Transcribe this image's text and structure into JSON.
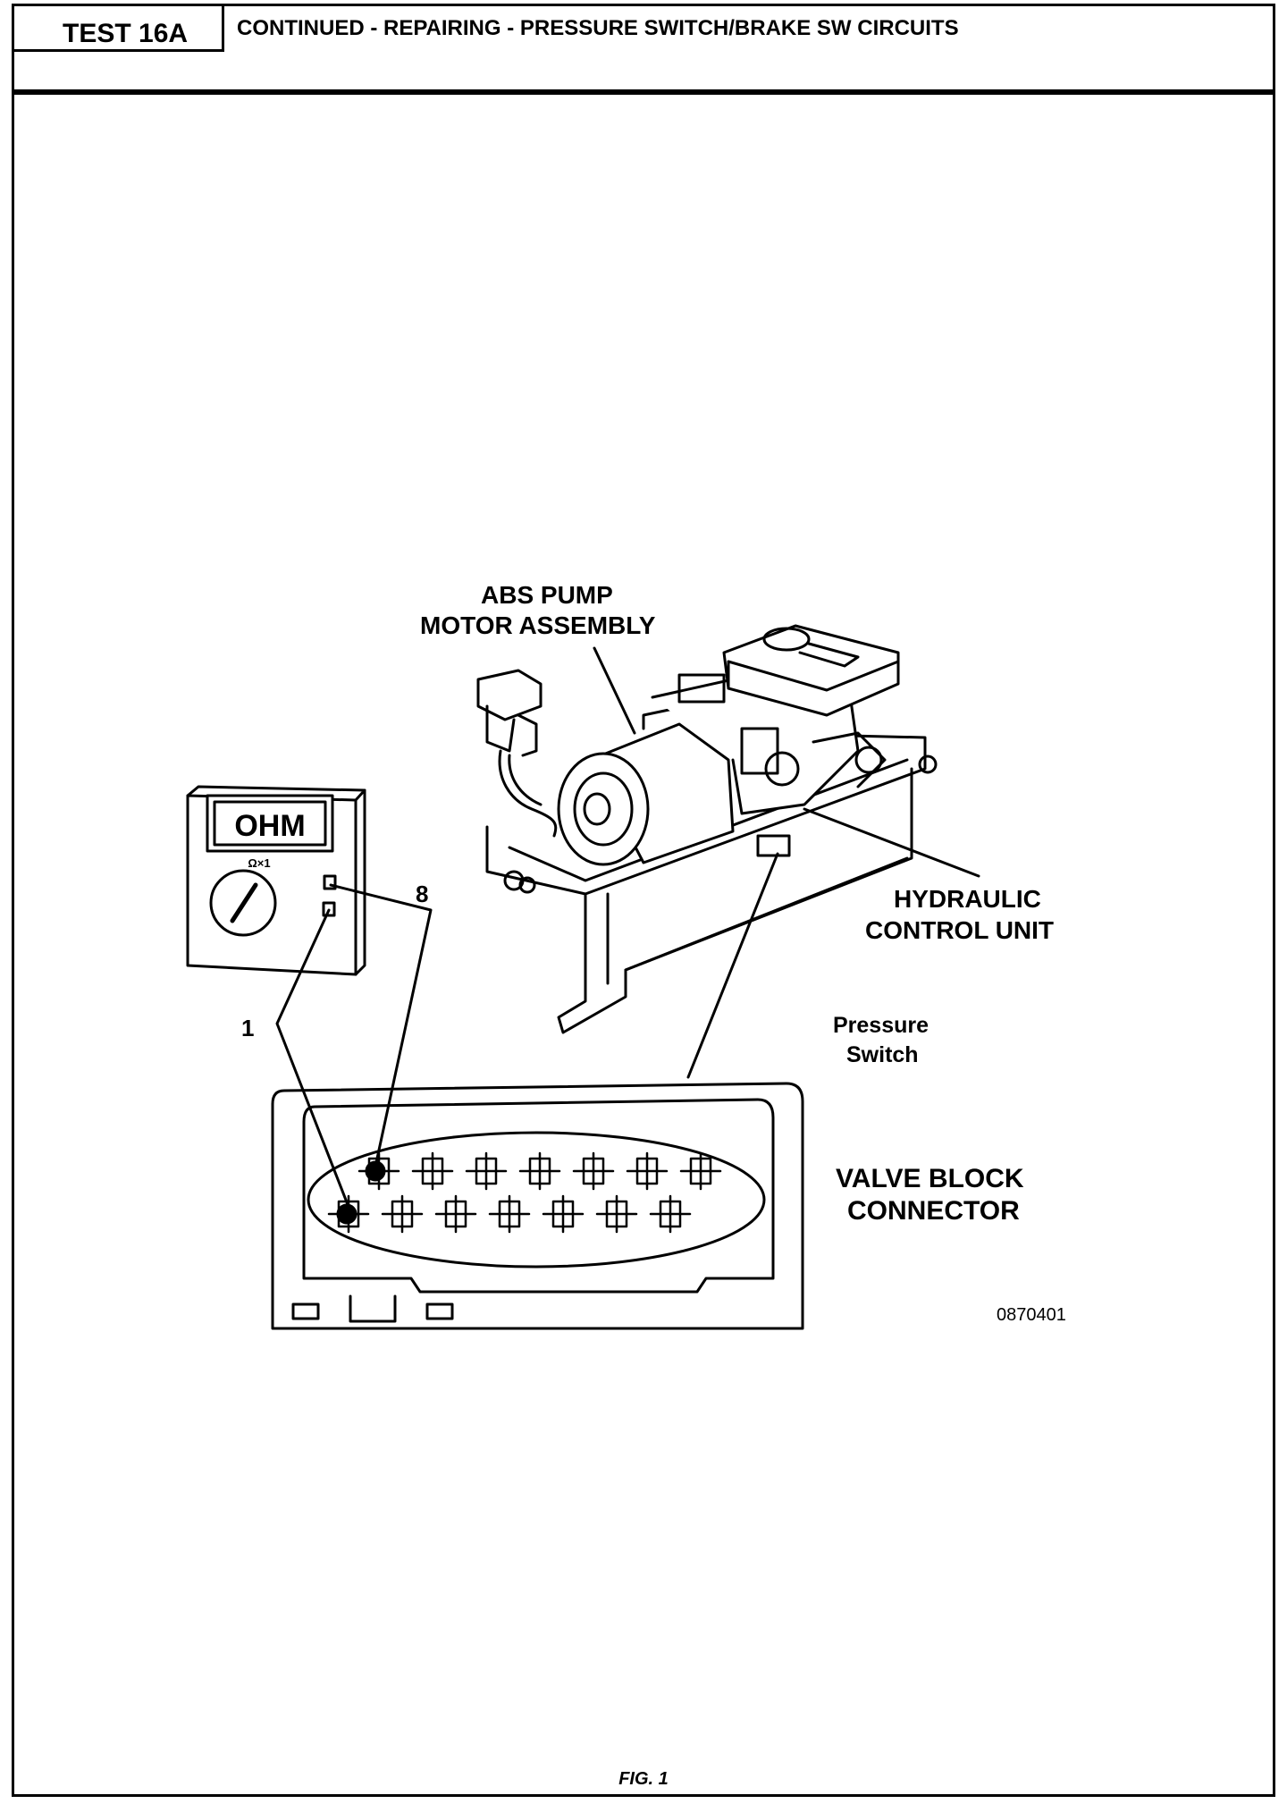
{
  "header": {
    "test_id": "TEST 16A",
    "title": "CONTINUED - REPAIRING - PRESSURE SWITCH/BRAKE SW CIRCUITS"
  },
  "meter": {
    "display": "OHM",
    "range": "Ω×1",
    "pin_8": "8",
    "pin_1": "1"
  },
  "labels": {
    "abs_pump_line1": "ABS PUMP",
    "abs_pump_line2": "MOTOR ASSEMBLY",
    "hcu_line1": "HYDRAULIC",
    "hcu_line2": "CONTROL UNIT",
    "pressure_line1": "Pressure",
    "pressure_line2": "Switch",
    "valve_line1": "VALVE BLOCK",
    "valve_line2": "CONNECTOR"
  },
  "figure_number": "0870401",
  "caption": "FIG. 1"
}
